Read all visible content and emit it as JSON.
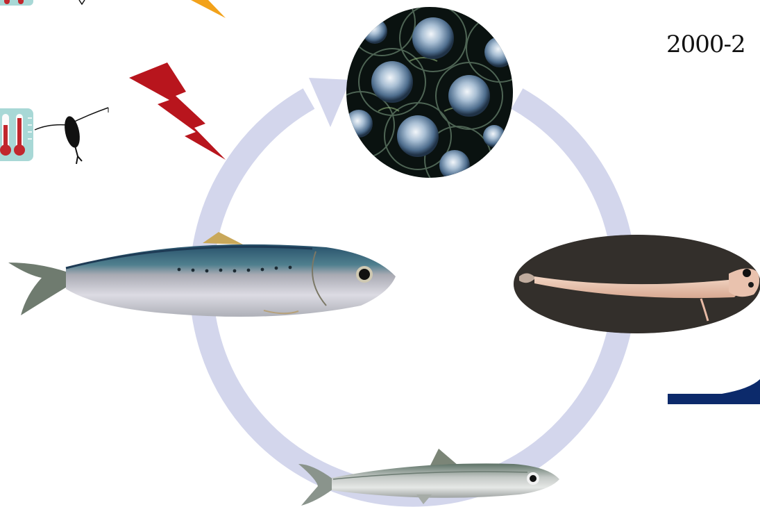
{
  "year_label": "2000-2",
  "colors": {
    "cycle_ring": "#d3d6ec",
    "bolt_red": "#b8151d",
    "bolt_orange": "#f2a21b",
    "thermo_frame": "#a8d8d6",
    "thermo_red": "#c1272d",
    "navy_curve": "#0c2a6b",
    "egg_background": "#0a1210",
    "larva_background": "#2a2724"
  },
  "icons": [
    "thermometer-icon",
    "copepod-icon",
    "lightning-icon"
  ],
  "life_stages": [
    "eggs",
    "larva",
    "juvenile",
    "adult"
  ]
}
